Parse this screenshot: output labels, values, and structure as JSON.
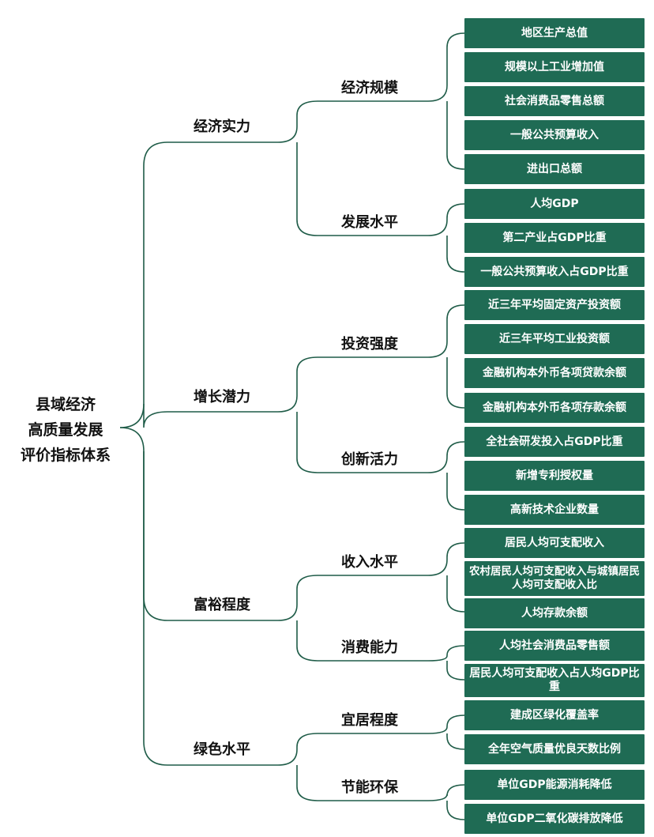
{
  "root": {
    "lines": [
      "县域经济",
      "高质量发展",
      "评价指标体系"
    ]
  },
  "branches": [
    {
      "label": "经济实力",
      "sub": [
        {
          "label": "经济规模",
          "items": [
            "地区生产总值",
            "规模以上工业增加值",
            "社会消费品零售总额",
            "一般公共预算收入",
            "进出口总额"
          ]
        },
        {
          "label": "发展水平",
          "items": [
            "人均GDP",
            "第二产业占GDP比重",
            "一般公共预算收入占GDP比重"
          ]
        }
      ]
    },
    {
      "label": "增长潜力",
      "sub": [
        {
          "label": "投资强度",
          "items": [
            "近三年平均固定资产投资额",
            "近三年平均工业投资额",
            "金融机构本外币各项贷款余额",
            "金融机构本外币各项存款余额"
          ]
        },
        {
          "label": "创新活力",
          "items": [
            "全社会研发投入占GDP比重",
            "新增专利授权量",
            "高新技术企业数量"
          ]
        }
      ]
    },
    {
      "label": "富裕程度",
      "sub": [
        {
          "label": "收入水平",
          "items": [
            "居民人均可支配收入",
            "农村居民人均可支配收入与城镇居民人均可支配收入比",
            "人均存款余额"
          ]
        },
        {
          "label": "消费能力",
          "items": [
            "人均社会消费品零售额",
            "居民人均可支配收入占人均GDP比重"
          ]
        }
      ]
    },
    {
      "label": "绿色水平",
      "sub": [
        {
          "label": "宜居程度",
          "items": [
            "建成区绿化覆盖率",
            "全年空气质量优良天数比例"
          ]
        },
        {
          "label": "节能环保",
          "items": [
            "单位GDP能源消耗降低",
            "单位GDP二氧化碳排放降低"
          ]
        }
      ]
    }
  ],
  "colors": {
    "box": "#1f6b54",
    "line": "#1f5c48"
  }
}
